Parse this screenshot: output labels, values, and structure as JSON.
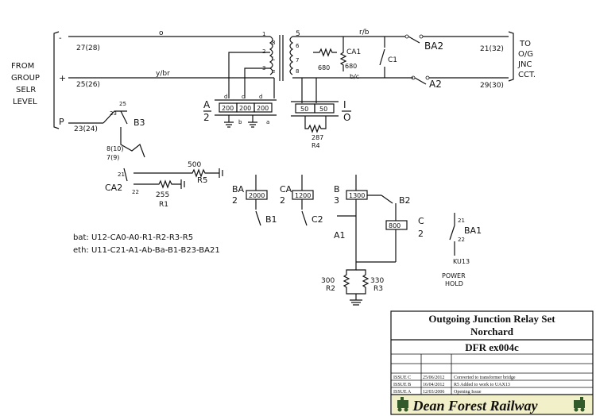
{
  "left_block": {
    "label_lines": [
      "FROM",
      "GROUP",
      "SELR",
      "LEVEL"
    ],
    "rail_minus": "-",
    "rail_plus": "+",
    "rail_p": "P",
    "wire_o": "o",
    "wire_ybr": "y/br",
    "term_27": "27(28)",
    "term_25": "25(26)",
    "term_23": "23(24)"
  },
  "right_block": {
    "label_lines": [
      "TO",
      "O/G",
      "JNC",
      "CCT."
    ],
    "term_21_32": "21(32)",
    "term_29_30": "29(30)",
    "relay_ba2": "BA2",
    "relay_a2": "A2",
    "wire_rb": "r/b",
    "wire_bc": "b/c",
    "relay_ca1": "CA1",
    "relay_c1": "C1"
  },
  "transformer": {
    "res_680a": "680",
    "res_680b": "680",
    "winding_nums": [
      "1",
      "2",
      "3",
      "5",
      "6",
      "7",
      "8",
      "2",
      "7"
    ],
    "labels": [
      "8",
      "L",
      "e"
    ]
  },
  "relay_a": {
    "name_top": "A",
    "name_bottom": "2",
    "coils": [
      "200",
      "200",
      "200"
    ],
    "terms": [
      "d",
      "c",
      "d",
      "b",
      "a"
    ]
  },
  "relay_i": {
    "name_top": "I",
    "name_bottom": "O",
    "coils": [
      "50",
      "50"
    ],
    "res": "287",
    "res_name": "R4"
  },
  "b3_section": {
    "relay": "B3",
    "nums": [
      "23",
      "25",
      "8(10)",
      "7(9)",
      "21",
      "22"
    ],
    "res_500": "500",
    "res_r5": "R5",
    "ca2": "CA2",
    "res_255": "255",
    "res_r1": "R1"
  },
  "coils_mid": [
    {
      "label_top": "BA",
      "label_bot": "2",
      "value": "2000",
      "contact": "B1"
    },
    {
      "label_top": "CA",
      "label_bot": "2",
      "value": "1200",
      "contact": "C2"
    },
    {
      "label_top": "B",
      "label_bot": "3",
      "value": "1300",
      "contact": "B2"
    }
  ],
  "c_relay": {
    "label_top": "C",
    "label_bot": "2",
    "value": "800"
  },
  "a1_label": "A1",
  "resistors_bottom": [
    {
      "value": "300",
      "name": "R2"
    },
    {
      "value": "330",
      "name": "R3"
    }
  ],
  "power_hold": {
    "relay": "BA1",
    "lines": [
      "POWER",
      "HOLD"
    ],
    "term": "KU13",
    "nums": [
      "21",
      "22"
    ]
  },
  "formulas": [
    "bat: U12-CA0-A0-R1-R2-R3-R5",
    "eth: U11-C21-A1-Ab-Ba-B1-B23-BA21"
  ],
  "title_block": {
    "title_line1": "Outgoing Junction Relay Set",
    "title_line2": "Norchard",
    "drawing_no": "DFR ex004c",
    "issues": [
      {
        "issue": "ISSUE C",
        "date": "25/06/2012",
        "desc": "Converted to transformer bridge"
      },
      {
        "issue": "ISSUE B",
        "date": "16/04/2012",
        "desc": "R5 Added to work to UAX13"
      },
      {
        "issue": "ISSUE A",
        "date": "12/03/2006",
        "desc": "Opening Issue"
      }
    ],
    "company": "Dean Forest Railway"
  }
}
